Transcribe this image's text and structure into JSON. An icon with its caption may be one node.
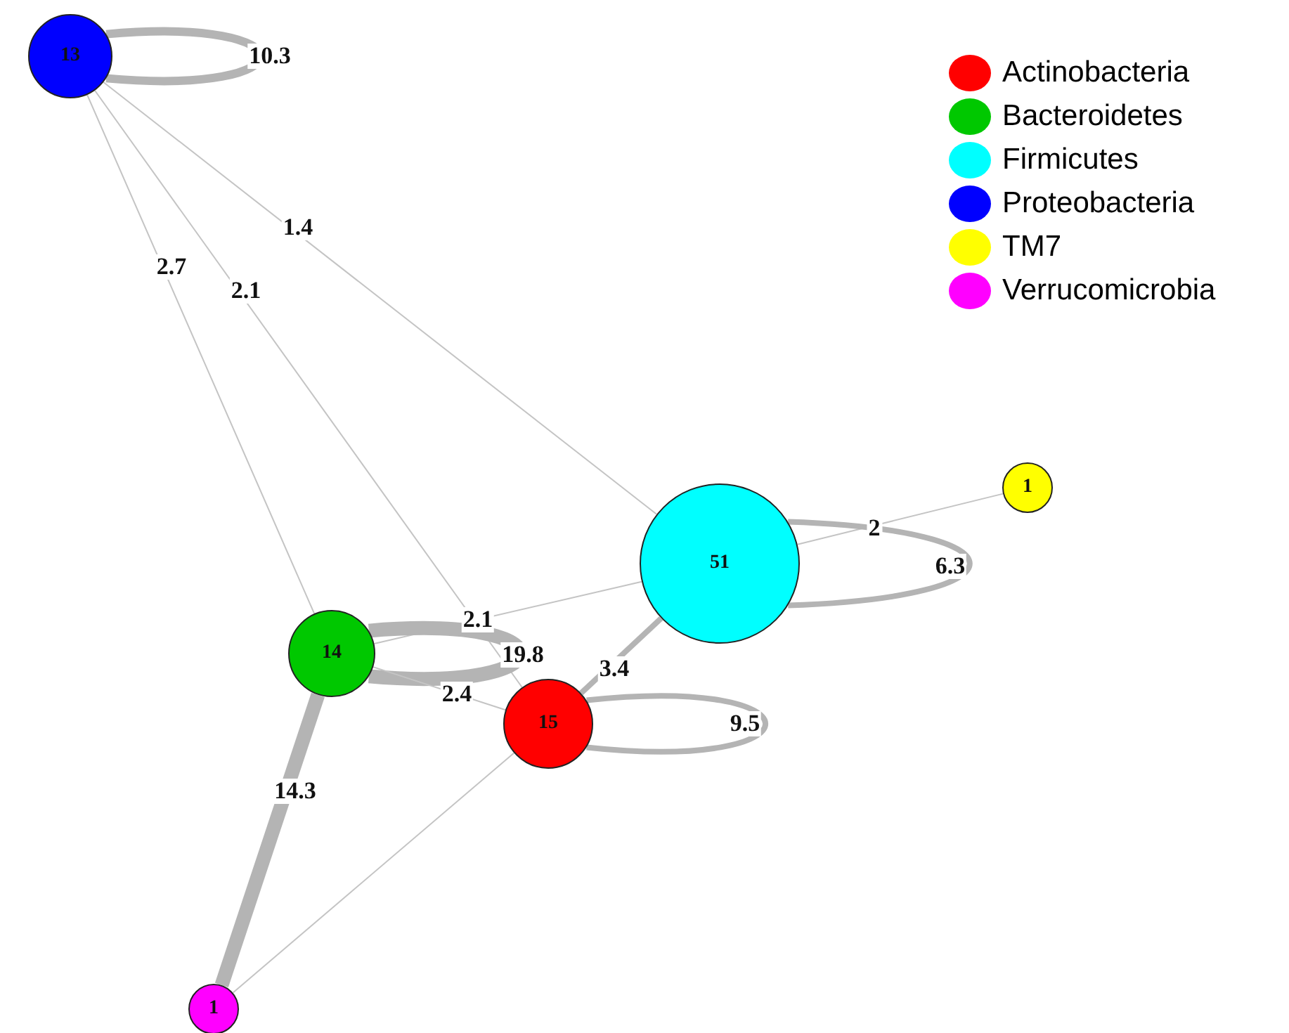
{
  "diagram": {
    "nodes": [
      {
        "text": [
          "13"
        ]
      },
      {
        "text": [
          "51"
        ]
      },
      {
        "text": [
          "1"
        ]
      },
      {
        "text": [
          "14"
        ]
      },
      {
        "text": [
          "15"
        ]
      },
      {
        "text": [
          "1"
        ]
      }
    ],
    "edges": [
      {
        "from": 0,
        "to": 0,
        "arrow": "none",
        "label": "10.3",
        "style": "thick"
      },
      {
        "from": 0,
        "to": 3,
        "arrow": "none",
        "label": "2.7"
      },
      {
        "from": 0,
        "to": 4,
        "arrow": "none",
        "label": "2.1"
      },
      {
        "from": 0,
        "to": 1,
        "arrow": "none",
        "label": "1.4"
      },
      {
        "from": 1,
        "to": 2,
        "arrow": "none",
        "label": "2"
      },
      {
        "from": 1,
        "to": 1,
        "arrow": "none",
        "label": "6.3",
        "style": "thick"
      },
      {
        "from": 3,
        "to": 1,
        "arrow": "none",
        "label": "2.1"
      },
      {
        "from": 3,
        "to": 3,
        "arrow": "none",
        "label": "19.8",
        "style": "thick"
      },
      {
        "from": 3,
        "to": 4,
        "arrow": "none",
        "label": "2.4"
      },
      {
        "from": 1,
        "to": 4,
        "arrow": "none",
        "label": "3.4",
        "style": "thick"
      },
      {
        "from": 4,
        "to": 4,
        "arrow": "none",
        "label": "9.5",
        "style": "thick"
      },
      {
        "from": 3,
        "to": 5,
        "arrow": "none",
        "label": "14.3",
        "style": "thick"
      },
      {
        "from": 4,
        "to": 5,
        "arrow": "none"
      }
    ],
    "legend": [
      {
        "text": "Actinobacteria",
        "color": "#ff0000"
      },
      {
        "text": "Bacteroidetes",
        "color": "#00c800"
      },
      {
        "text": "Firmicutes",
        "color": "#00ffff"
      },
      {
        "text": "Proteobacteria",
        "color": "#0000ff"
      },
      {
        "text": "TM7",
        "color": "#ffff00"
      },
      {
        "text": "Verrucomicrobia",
        "color": "#ff00ff"
      }
    ]
  }
}
